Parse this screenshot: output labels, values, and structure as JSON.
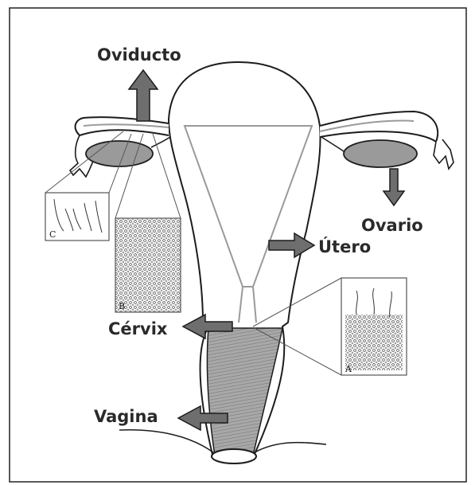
{
  "labels": {
    "oviducto": "Oviducto",
    "ovario": "Ovario",
    "utero": "Útero",
    "cervix": "Cérvix",
    "vagina": "Vagina"
  },
  "insets": {
    "a": "A",
    "b": "B",
    "c": "C"
  },
  "colors": {
    "line": "#1c1c1c",
    "arrow_fill": "#6e6e6e",
    "shade": "#9a9a9a",
    "shade_light": "#bdbdbd"
  }
}
